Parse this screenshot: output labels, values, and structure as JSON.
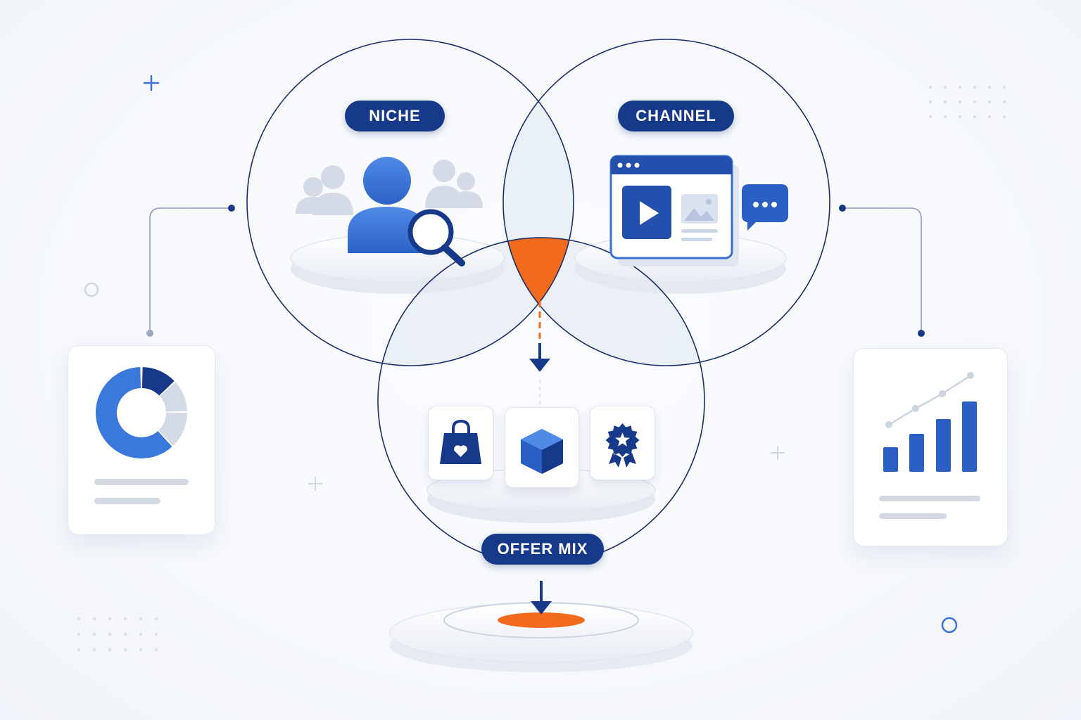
{
  "labels": {
    "niche": "NICHE",
    "channel": "CHANNEL",
    "offer_mix": "OFFER MIX"
  },
  "colors": {
    "navy": "#16398a",
    "blue": "#3b74d6",
    "light_blue": "#b9c9e6",
    "gray": "#cfd6e3",
    "orange": "#f26a1b",
    "outline": "#1a2e6b"
  },
  "icons": {
    "niche": [
      "user-search-icon",
      "people-group-icon"
    ],
    "channel": [
      "browser-window-icon",
      "video-play-icon",
      "image-icon",
      "chat-bubble-icon"
    ],
    "offer": [
      "shopping-bag-icon",
      "box-icon",
      "award-badge-icon"
    ],
    "left_card": "donut-chart-icon",
    "right_card": "bar-line-chart-icon",
    "target": "target-icon"
  }
}
